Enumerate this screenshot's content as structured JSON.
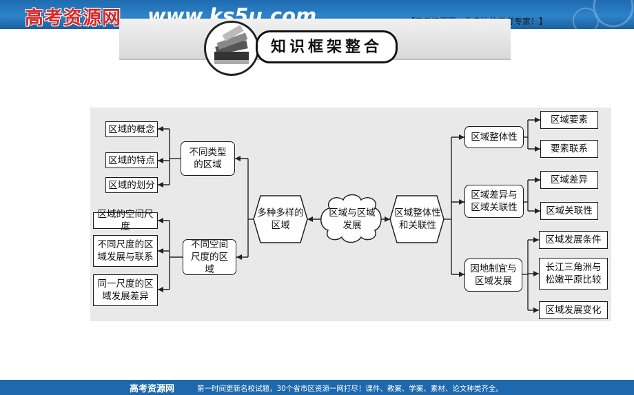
{
  "header": {
    "brand": "高考资源网",
    "url": "www.ks5u.com",
    "slogan": "【高考资源网，你身边的高考专家！】"
  },
  "banner": {
    "title": "知识框架整合"
  },
  "diagram": {
    "center": "区域与区域发展",
    "left_main": "多种多样的区域",
    "right_main": "区域整体性和关联性",
    "left_branch_1": {
      "label": "不同类型的区域",
      "items": [
        "区域的概念",
        "区域的特点",
        "区域的划分"
      ]
    },
    "left_branch_2": {
      "label": "不同空间尺度的区域",
      "items": [
        "区域的空间尺度",
        "不同尺度的区域发展与联系",
        "同一尺度的区域发展差异"
      ]
    },
    "right_branch_1": {
      "label": "区域整体性",
      "items": [
        "区域要素",
        "要素联系"
      ]
    },
    "right_branch_2": {
      "label": "区域差异与区域关联性",
      "items": [
        "区域差异",
        "区域关联性"
      ]
    },
    "right_branch_3": {
      "label": "因地制宜与区域发展",
      "items": [
        "区域发展条件",
        "长江三角洲与松嫩平原比较",
        "区域发展变化"
      ]
    }
  },
  "footer": {
    "brand": "高考资源网",
    "text": "第一时间更新名校试题，30个省市区资源一网打尽！课件、教案、学案、素材、论文种类齐全。"
  }
}
